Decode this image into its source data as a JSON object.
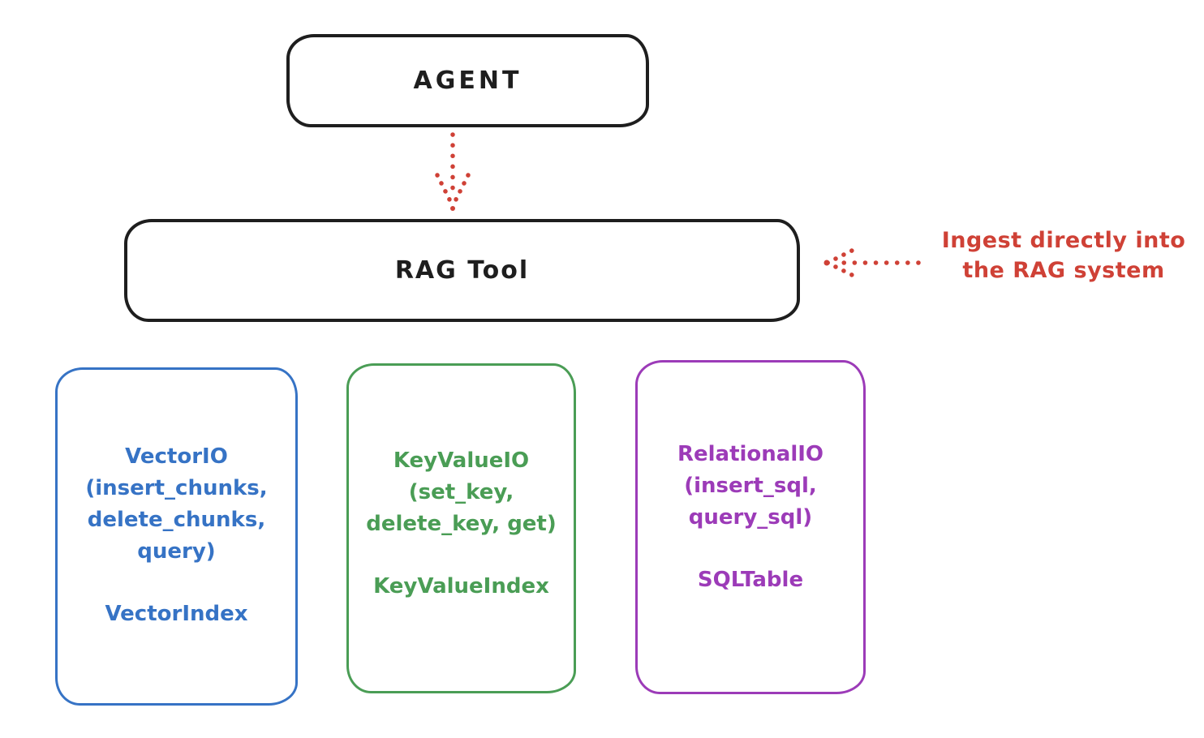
{
  "colors": {
    "ink": "#1e1e1e",
    "red": "#cf4136",
    "blue": "#3673c5",
    "green": "#4a9d55",
    "purple": "#9c3bb8"
  },
  "agent_box": {
    "label": "AGENT"
  },
  "rag_tool_box": {
    "label": "RAG Tool"
  },
  "annotation": {
    "line1": "Ingest directly into",
    "line2": "the RAG system"
  },
  "arrows": {
    "agent_to_rag": "dotted-arrow-down",
    "ingest_into_rag": "dotted-arrow-left"
  },
  "storage_boxes": [
    {
      "id": "vector-io",
      "title_lines": [
        "VectorIO",
        "(insert_chunks,",
        "delete_chunks,",
        "query)"
      ],
      "index_name": "VectorIndex",
      "color": "#3673c5"
    },
    {
      "id": "keyvalue-io",
      "title_lines": [
        "KeyValueIO",
        "(set_key,",
        "delete_key, get)"
      ],
      "index_name": "KeyValueIndex",
      "color": "#4a9d55"
    },
    {
      "id": "relational-io",
      "title_lines": [
        "RelationalIO",
        "(insert_sql,",
        "query_sql)"
      ],
      "index_name": "SQLTable",
      "color": "#9c3bb8"
    }
  ]
}
